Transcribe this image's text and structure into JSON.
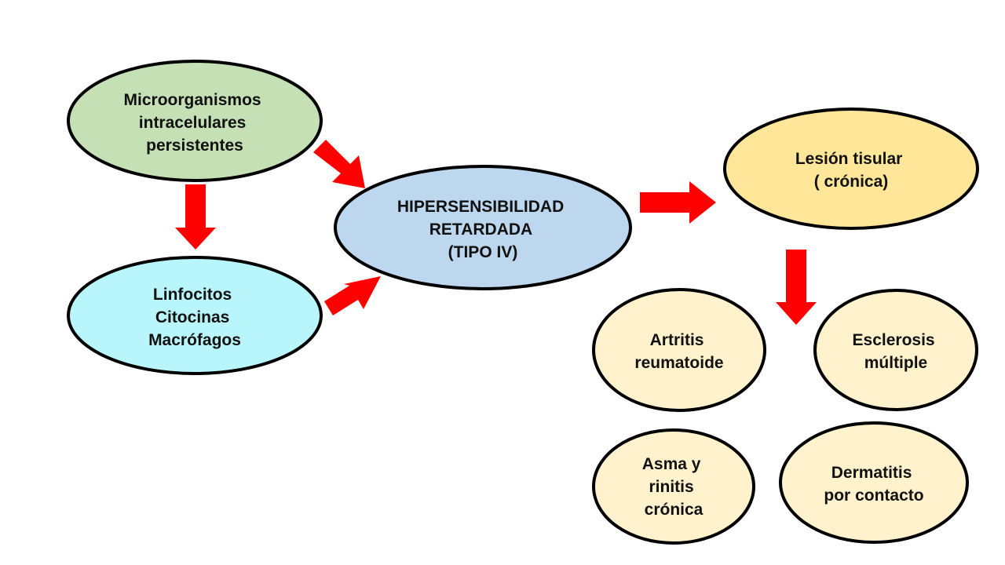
{
  "colors": {
    "arrow": "#ff0000",
    "outline": "#000000",
    "microorganisms_fill": "#c5e0b4",
    "lymphocytes_fill": "#b9f6fb",
    "hypersensitivity_fill": "#bdd7ee",
    "lesion_fill": "#ffe699",
    "disease_fill": "#fff2cc"
  },
  "nodes": {
    "microorganisms": {
      "lines": [
        "Microorganismos",
        "intracelulares",
        "persistentes"
      ]
    },
    "lymphocytes": {
      "lines": [
        "Linfocitos",
        "Citocinas",
        "Macrófagos"
      ]
    },
    "hypersensitivity": {
      "lines": [
        "HIPERSENSIBILIDAD",
        "RETARDADA",
        "(TIPO IV)"
      ]
    },
    "lesion": {
      "lines": [
        "Lesión tisular",
        "( crónica)"
      ]
    },
    "arthritis": {
      "lines": [
        "Artritis",
        "reumatoide"
      ]
    },
    "sclerosis": {
      "lines": [
        "Esclerosis",
        "múltiple"
      ]
    },
    "asthma": {
      "lines": [
        "Asma y",
        "rinitis",
        "crónica"
      ]
    },
    "dermatitis": {
      "lines": [
        "Dermatitis",
        "por contacto"
      ]
    }
  }
}
